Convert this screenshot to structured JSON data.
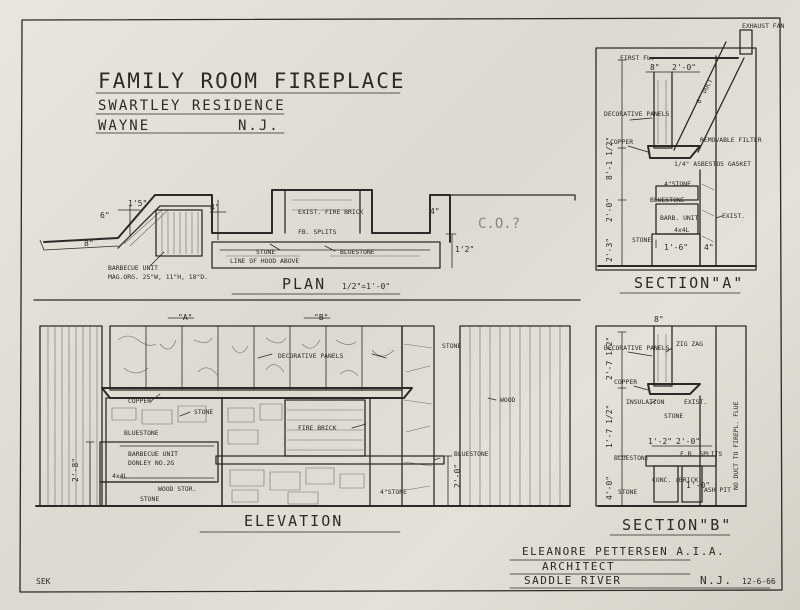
{
  "title": {
    "main": "FAMILY ROOM FIREPLACE",
    "residence": "SWARTLEY RESIDENCE",
    "town": "WAYNE",
    "state": "N.J."
  },
  "views": {
    "plan": {
      "heading": "PLAN",
      "scale": "1/2\"=1'-0\"",
      "labels": {
        "exist_fire_brick": "EXIST. FIRE BRICK",
        "fb_splits": "FB. SPLITS",
        "stone": "STONE",
        "bluestone": "BLUESTONE",
        "line_of_hood_above": "LINE OF HOOD ABOVE",
        "barbecue_unit": "BARBECUE UNIT",
        "barbecue_spec": "MAG.ORG. 25\"W, 11\"H, 18\"D."
      },
      "dims": {
        "d_15": "1'5\"",
        "d_6": "6\"",
        "d_8": "8\"",
        "d_4a": "4\"",
        "d_4b": "4\"",
        "d_12": "1'2\""
      },
      "pencil_note": "C.O.?"
    },
    "elevation": {
      "heading": "ELEVATION",
      "labels": {
        "a_mark": "\"A\"",
        "b_mark": "\"B\"",
        "stone_top": "STONE",
        "decorative_panels": "DECORATIVE PANELS",
        "copper": "COPPER",
        "stone_mid": "STONE",
        "wood": "WOOD",
        "fire_brick": "FIRE BRICK",
        "bluestone_left": "BLUESTONE",
        "bluestone_right": "BLUESTONE",
        "barbecue_unit": "BARBECUE UNIT",
        "barbecue_model": "DONLEY NO.2G",
        "wood_stor": "WOOD STOR.",
        "stone_bottom": "STONE",
        "stone_right": "4\"STONE",
        "dim_h": "2'-8\"",
        "dim_r": "2'-0\"",
        "dim_4x4": "4x4L"
      }
    },
    "section_a": {
      "heading": "SECTION\"A\"",
      "labels": {
        "exhaust_fan": "EXHAUST FAN",
        "first_fl": "FIRST FL.",
        "decorative_panels": "DECORATIVE PANELS",
        "removable_filter": "REMOVABLE FILTER",
        "copper": "COPPER",
        "asbestos_gasket": "1/4\" ASBESTOS GASKET",
        "stone_4": "4\"STONE",
        "bluestone": "BLUESTONE",
        "barb_unit": "BARB. UNIT",
        "stone": "STONE",
        "exist": "EXIST.",
        "angle": "4x4L",
        "duct": "6\" DUCT"
      },
      "dims": {
        "top_a": "8\"",
        "top_b": "2'-0\"",
        "v1": "8'-1 1/2\"",
        "v2": "2'-0\"",
        "v3": "2'-3\"",
        "b1": "1'-6\"",
        "b2": "4\""
      }
    },
    "section_b": {
      "heading": "SECTION\"B\"",
      "labels": {
        "decorative_panels": "DECORATIVE PANELS",
        "zig_zag": "ZIG ZAG",
        "copper": "COPPER",
        "insulation": "INSULATION",
        "exist": "EXIST.",
        "stone": "STONE",
        "fb_splits": "F.B. SPLITS",
        "bluestone": "BLUESTONE",
        "conc_brick": "CONC. (BRICK)",
        "stone_bottom": "STONE",
        "ash_pit": "ASH PIT",
        "vertical_note": "NO DUCT TO FIREPL. FLUE"
      },
      "dims": {
        "top": "8\"",
        "v1": "2'-7 1/2\"",
        "v2": "1'-7 1/2\"",
        "v3": "4'-0\"",
        "b1": "1'-2\"",
        "b2": "2'-0\"",
        "b3": "1'-0\""
      }
    }
  },
  "architect": {
    "name": "ELEANORE PETTERSEN A.I.A.",
    "title": "ARCHITECT",
    "city": "SADDLE RIVER",
    "state": "N.J.",
    "date": "12-6-66",
    "initials": "SEK"
  },
  "colors": {
    "paper": "#e4e1d8",
    "ink": "#2b2a28",
    "pencil": "#8a8780"
  }
}
